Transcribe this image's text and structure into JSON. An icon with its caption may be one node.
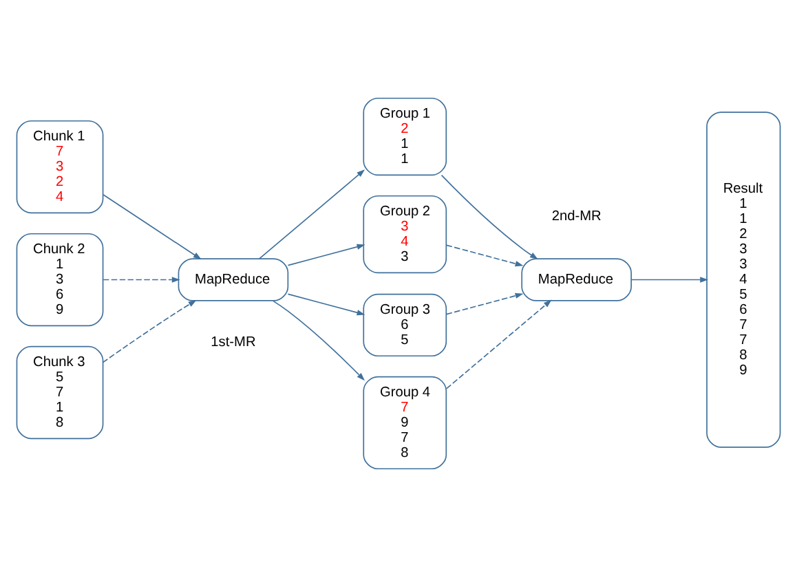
{
  "diagram": {
    "nodes": [
      {
        "text": [
          "Chunk 1",
          "7",
          "3",
          "2",
          "4"
        ]
      },
      {
        "text": [
          "Chunk 2",
          "1",
          "3",
          "6",
          "9"
        ]
      },
      {
        "text": [
          "Chunk 3",
          "5",
          "7",
          "1",
          "8"
        ]
      },
      {
        "text": [
          "MapReduce"
        ]
      },
      {
        "text": [
          "Group 1",
          "2",
          "1",
          "1"
        ]
      },
      {
        "text": [
          "Group 2",
          "3",
          "4",
          "3"
        ]
      },
      {
        "text": [
          "Group 3",
          "6",
          "5"
        ]
      },
      {
        "text": [
          "Group 4",
          "7",
          "9",
          "7",
          "8"
        ]
      },
      {
        "text": [
          "MapReduce"
        ]
      },
      {
        "text": [
          "Result",
          "1",
          "1",
          "2",
          "3",
          "3",
          "4",
          "5",
          "6",
          "7",
          "7",
          "8",
          "9"
        ]
      }
    ],
    "edges": [
      {
        "from": 0,
        "to": 3,
        "arrow": "to"
      },
      {
        "from": 1,
        "to": 3,
        "arrow": "to",
        "style": "dashed"
      },
      {
        "from": 2,
        "to": 3,
        "arrow": "to",
        "style": "dashed"
      },
      {
        "from": 3,
        "to": 4,
        "arrow": "to"
      },
      {
        "from": 3,
        "to": 5,
        "arrow": "to"
      },
      {
        "from": 3,
        "to": 6,
        "arrow": "to"
      },
      {
        "from": 3,
        "to": 7,
        "arrow": "to"
      },
      {
        "from": 4,
        "to": 8,
        "arrow": "to"
      },
      {
        "from": 5,
        "to": 8,
        "arrow": "to",
        "style": "dashed"
      },
      {
        "from": 6,
        "to": 8,
        "arrow": "to",
        "style": "dashed"
      },
      {
        "from": 7,
        "to": 8,
        "arrow": "to",
        "style": "dashed"
      },
      {
        "from": 8,
        "to": 9,
        "arrow": "to"
      }
    ],
    "labels": [
      "1st-MR",
      "2nd-MR"
    ]
  }
}
